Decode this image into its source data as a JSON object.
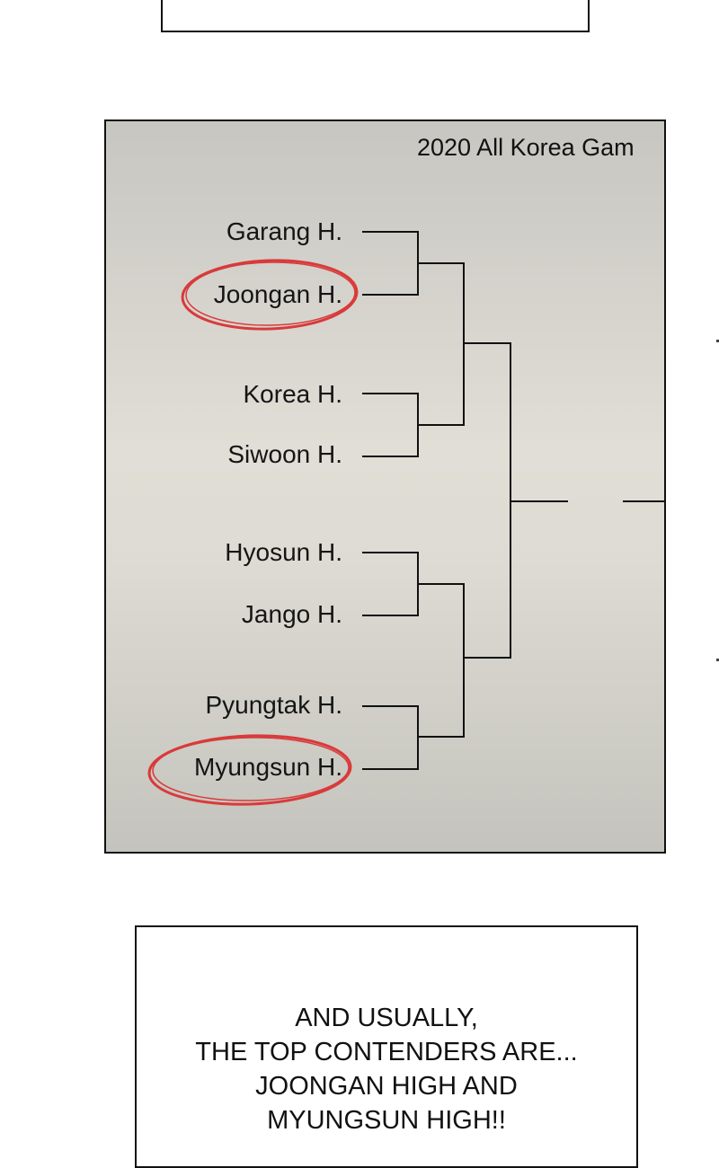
{
  "panel": {
    "title": "2020 All Korea Gam"
  },
  "teams": [
    {
      "name": "Garang H.",
      "circled": false
    },
    {
      "name": "Joongan H.",
      "circled": true
    },
    {
      "name": "Korea H.",
      "circled": false
    },
    {
      "name": "Siwoon H.",
      "circled": false
    },
    {
      "name": "Hyosun H.",
      "circled": false
    },
    {
      "name": "Jango H.",
      "circled": false
    },
    {
      "name": "Pyungtak H.",
      "circled": false
    },
    {
      "name": "Myungsun H.",
      "circled": true
    }
  ],
  "caption": {
    "lines": [
      "AND USUALLY,",
      "THE TOP CONTENDERS ARE...",
      "JOONGAN HIGH AND",
      "MYUNGSUN HIGH!!"
    ]
  },
  "colors": {
    "circle": "#d93a3a",
    "line": "#111111"
  }
}
